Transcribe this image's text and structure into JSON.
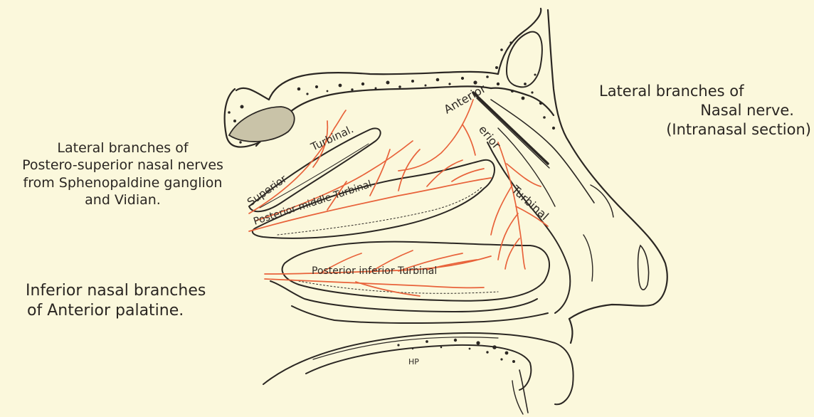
{
  "labels": {
    "left_upper": [
      "Lateral branches of",
      "Postero-superior nasal nerves",
      "from Sphenopaldine ganglion",
      "and Vidian."
    ],
    "left_lower": [
      "Inferior nasal branches",
      "of Anterior palatine."
    ],
    "right": [
      "Lateral branches of",
      "Nasal nerve.",
      "(Intranasal section)"
    ]
  },
  "structures": {
    "superior_turbinal_a": "Superior",
    "superior_turbinal_b": "Turbinal.",
    "middle_turbinal": "Posterior middle Turbinal",
    "anterior_a": "Anterior",
    "anterior_b": "erior",
    "anterior_turbinal": "Turbinal",
    "inferior_turbinal": "Posterior inferior Turbinal",
    "signature": "HP"
  },
  "colors": {
    "nerve": "#e8623a",
    "ink": "#2b2723",
    "paper": "#fbf8dc"
  }
}
